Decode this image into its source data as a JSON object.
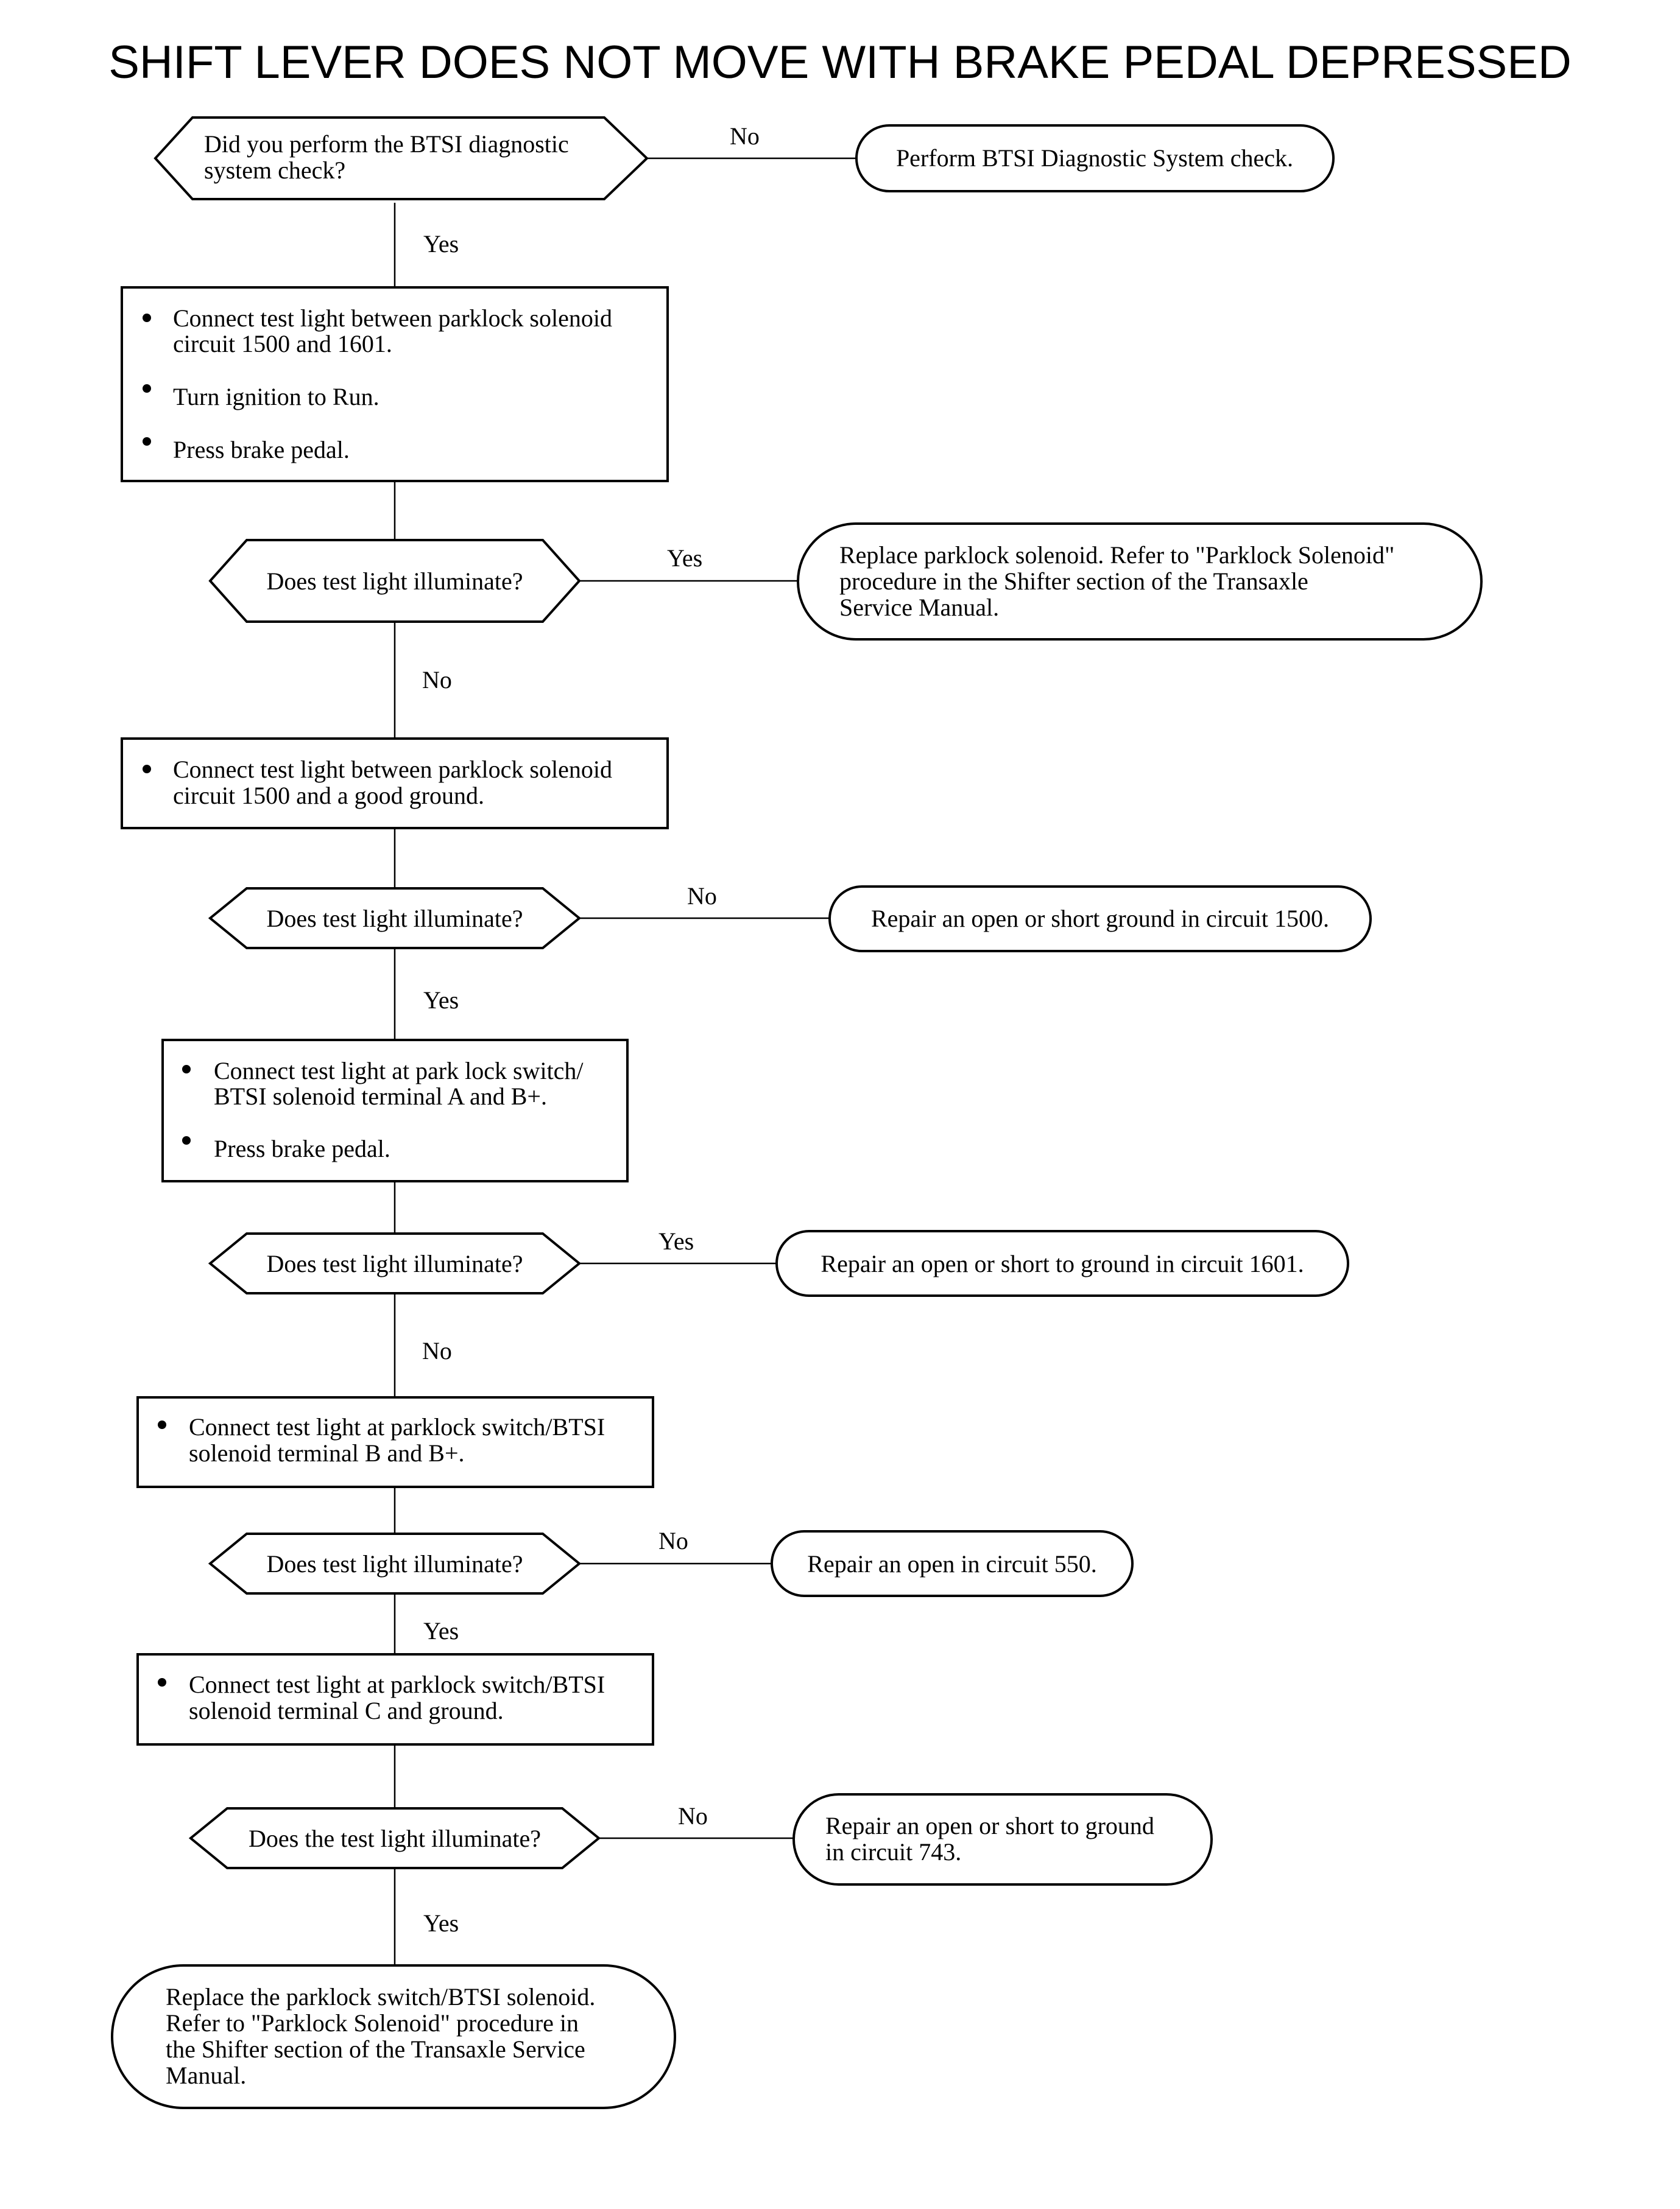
{
  "title": "SHIFT LEVER DOES NOT MOVE WITH BRAKE PEDAL DEPRESSED",
  "decisions": {
    "d1": [
      "Did you perform the BTSI diagnostic",
      "system check?"
    ],
    "d2": [
      "Does test light illuminate?"
    ],
    "d3": [
      "Does test light illuminate?"
    ],
    "d4": [
      "Does test light illuminate?"
    ],
    "d5": [
      "Does test light illuminate?"
    ],
    "d6": [
      "Does the test light illuminate?"
    ]
  },
  "actions": {
    "a1": [
      [
        "Connect test light between parklock solenoid",
        " circuit 1500 and 1601."
      ],
      [
        "Turn ignition to Run."
      ],
      [
        "Press brake pedal."
      ]
    ],
    "a2": [
      [
        "Connect test light between parklock solenoid",
        "circuit 1500 and a good ground."
      ]
    ],
    "a3": [
      [
        "Connect test light at park lock switch/",
        "BTSI solenoid terminal A and B+."
      ],
      [
        "Press brake pedal."
      ]
    ],
    "a4": [
      [
        "Connect test light at parklock switch/BTSI",
        "solenoid terminal B and B+."
      ]
    ],
    "a5": [
      [
        "Connect test light at parklock switch/BTSI",
        "solenoid terminal C and ground."
      ]
    ]
  },
  "terminals": {
    "t1": [
      "Perform BTSI Diagnostic System check."
    ],
    "t2": [
      "Replace parklock solenoid. Refer to \"Parklock Solenoid\"",
      "procedure in the Shifter section of the Transaxle",
      "Service Manual."
    ],
    "t3": [
      "Repair an open or short ground in circuit 1500."
    ],
    "t4": [
      "Repair an open or short to ground in circuit 1601."
    ],
    "t5": [
      "Repair an open in circuit 550."
    ],
    "t6": [
      "Repair an open or short to ground",
      "in circuit 743."
    ],
    "t7": [
      "Replace the parklock switch/BTSI solenoid.",
      "Refer to \"Parklock Solenoid\" procedure in",
      "the Shifter section of the Transaxle Service",
      "Manual."
    ]
  },
  "edge_labels": {
    "d1_no": "No",
    "d1_yes": "Yes",
    "d2_yes": "Yes",
    "d2_no": "No",
    "d3_no": "No",
    "d3_yes": "Yes",
    "d4_yes": "Yes",
    "d4_no": "No",
    "d5_no": "No",
    "d5_yes": "Yes",
    "d6_no": "No",
    "d6_yes": "Yes"
  }
}
